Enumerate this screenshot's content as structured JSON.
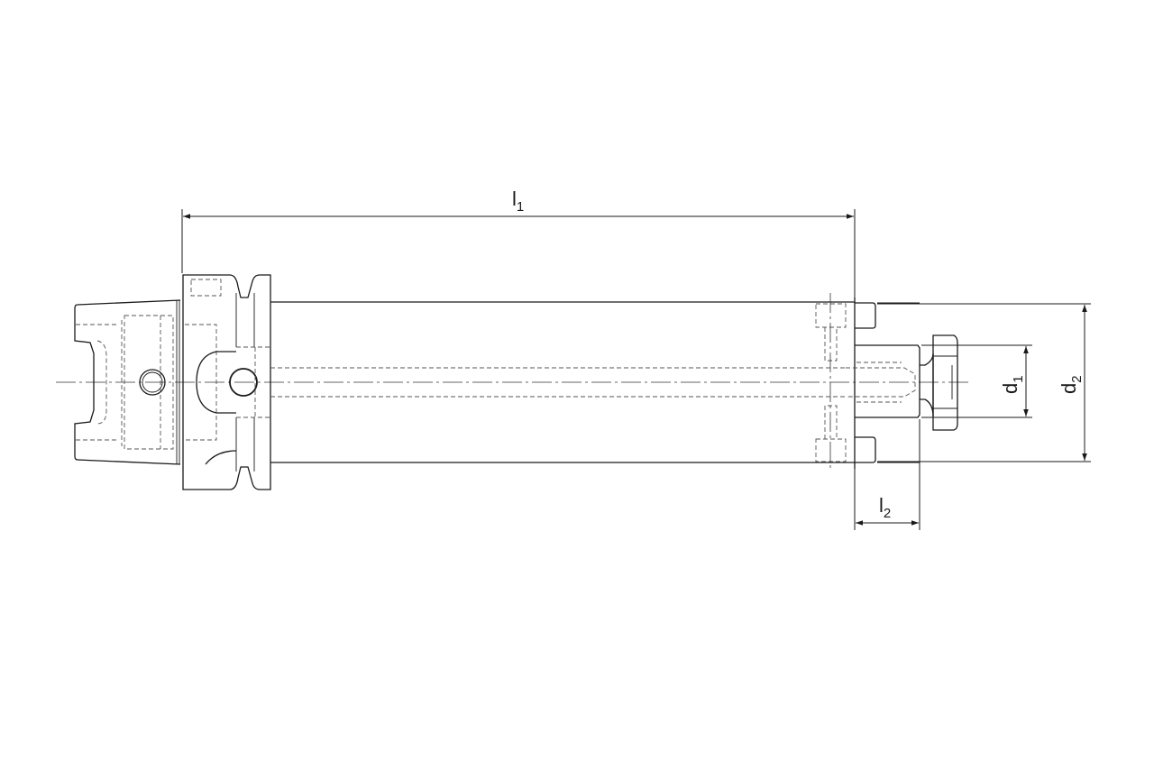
{
  "drawing": {
    "dimensions": [
      {
        "id": "l1",
        "symbol": "l",
        "subscript": "1"
      },
      {
        "id": "l2",
        "symbol": "l",
        "subscript": "2"
      },
      {
        "id": "d1",
        "symbol": "d",
        "subscript": "1"
      },
      {
        "id": "d2",
        "symbol": "d",
        "subscript": "2"
      }
    ]
  }
}
